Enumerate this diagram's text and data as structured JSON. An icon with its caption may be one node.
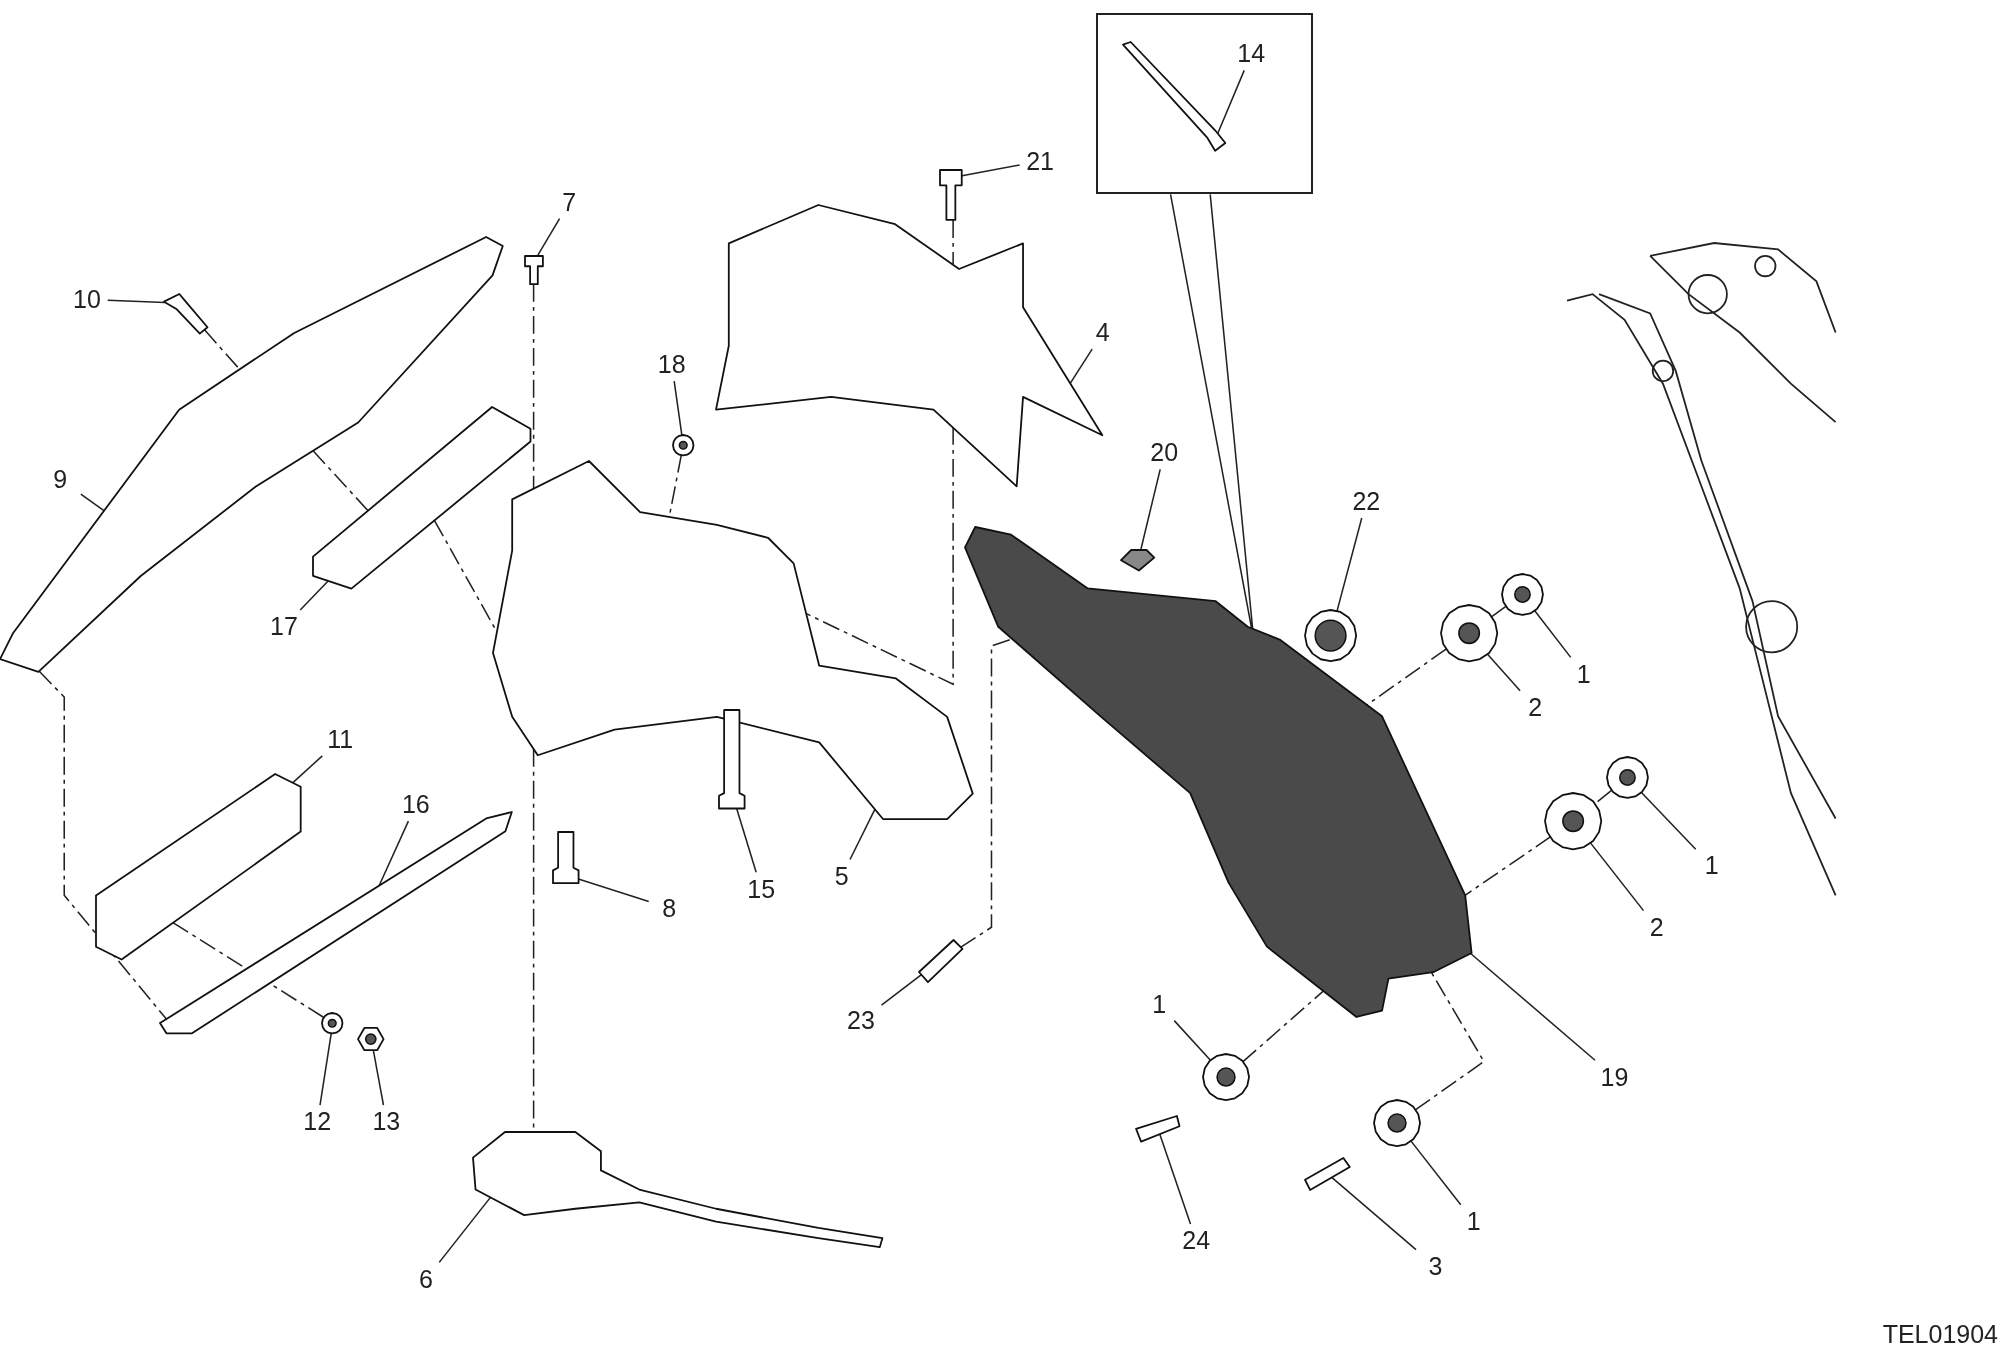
{
  "diagram": {
    "nodes": [
      {
        "text": [],
        "shape": "box"
      },
      {
        "text": [
          "14"
        ],
        "in": 0
      },
      {
        "text": [],
        "shape": "picture",
        "in": 0
      },
      {
        "text": [
          "21"
        ]
      },
      {
        "text": [],
        "shape": "picture"
      },
      {
        "text": [
          "7"
        ]
      },
      {
        "text": [],
        "shape": "picture"
      },
      {
        "text": [
          "10"
        ]
      },
      {
        "text": [],
        "shape": "picture"
      },
      {
        "text": [
          "4"
        ]
      },
      {
        "text": [],
        "shape": "picture"
      },
      {
        "text": [
          "18"
        ]
      },
      {
        "text": [],
        "shape": "picture"
      },
      {
        "text": [
          "20"
        ]
      },
      {
        "text": [],
        "shape": "picture"
      },
      {
        "text": [
          "9"
        ]
      },
      {
        "text": [],
        "shape": "picture"
      },
      {
        "text": [
          "22"
        ]
      },
      {
        "text": [],
        "shape": "picture"
      },
      {
        "text": [
          "17"
        ]
      },
      {
        "text": [],
        "shape": "picture"
      },
      {
        "text": [
          "1"
        ]
      },
      {
        "text": [],
        "shape": "picture"
      },
      {
        "text": [
          "2"
        ]
      },
      {
        "text": [],
        "shape": "picture"
      },
      {
        "text": [
          "11"
        ]
      },
      {
        "text": [],
        "shape": "picture"
      },
      {
        "text": [
          "16"
        ]
      },
      {
        "text": [],
        "shape": "picture"
      },
      {
        "text": [
          "1"
        ]
      },
      {
        "text": [],
        "shape": "picture"
      },
      {
        "text": [
          "5"
        ]
      },
      {
        "text": [],
        "shape": "picture"
      },
      {
        "text": [
          "15"
        ]
      },
      {
        "text": [],
        "shape": "picture"
      },
      {
        "text": [
          "2"
        ]
      },
      {
        "text": [],
        "shape": "picture"
      },
      {
        "text": [
          "8"
        ]
      },
      {
        "text": [],
        "shape": "picture"
      },
      {
        "text": [
          "23"
        ]
      },
      {
        "text": [],
        "shape": "picture"
      },
      {
        "text": [
          "1"
        ]
      },
      {
        "text": [],
        "shape": "picture"
      },
      {
        "text": [
          "19"
        ]
      },
      {
        "text": [],
        "shape": "picture"
      },
      {
        "text": [
          "12"
        ]
      },
      {
        "text": [],
        "shape": "picture"
      },
      {
        "text": [
          "13"
        ]
      },
      {
        "text": [],
        "shape": "picture"
      },
      {
        "text": [
          "24"
        ]
      },
      {
        "text": [],
        "shape": "picture"
      },
      {
        "text": [
          "1"
        ]
      },
      {
        "text": [],
        "shape": "picture"
      },
      {
        "text": [
          "3"
        ]
      },
      {
        "text": [],
        "shape": "picture"
      },
      {
        "text": [
          "6"
        ]
      },
      {
        "text": [],
        "shape": "picture"
      }
    ],
    "edges": [
      {
        "from": 1,
        "to": 2,
        "arrow": "none"
      },
      {
        "from": 3,
        "to": 4,
        "arrow": "none"
      },
      {
        "from": 5,
        "to": 6,
        "arrow": "none"
      },
      {
        "from": 7,
        "to": 8,
        "arrow": "none"
      },
      {
        "from": 9,
        "to": 10,
        "arrow": "none"
      },
      {
        "from": 11,
        "to": 12,
        "arrow": "none"
      },
      {
        "from": 13,
        "to": 14,
        "arrow": "none"
      },
      {
        "from": 15,
        "to": 16,
        "arrow": "none"
      },
      {
        "from": 17,
        "to": 18,
        "arrow": "none"
      },
      {
        "from": 19,
        "to": 20,
        "arrow": "none"
      },
      {
        "from": 21,
        "to": 22,
        "arrow": "none"
      },
      {
        "from": 23,
        "to": 24,
        "arrow": "none"
      },
      {
        "from": 25,
        "to": 26,
        "arrow": "none"
      },
      {
        "from": 27,
        "to": 28,
        "arrow": "none"
      },
      {
        "from": 29,
        "to": 30,
        "arrow": "none"
      },
      {
        "from": 31,
        "to": 32,
        "arrow": "none"
      },
      {
        "from": 33,
        "to": 34,
        "arrow": "none"
      },
      {
        "from": 35,
        "to": 36,
        "arrow": "none"
      },
      {
        "from": 37,
        "to": 38,
        "arrow": "none"
      },
      {
        "from": 39,
        "to": 40,
        "arrow": "none"
      },
      {
        "from": 41,
        "to": 42,
        "arrow": "none"
      },
      {
        "from": 43,
        "to": 44,
        "arrow": "none"
      },
      {
        "from": 45,
        "to": 46,
        "arrow": "none"
      },
      {
        "from": 47,
        "to": 48,
        "arrow": "none"
      },
      {
        "from": 49,
        "to": 50,
        "arrow": "none"
      },
      {
        "from": 51,
        "to": 52,
        "arrow": "none"
      },
      {
        "from": 53,
        "to": 54,
        "arrow": "none"
      },
      {
        "from": 55,
        "to": 56,
        "arrow": "none"
      },
      {
        "from": 0,
        "to": 44,
        "arrow": "none"
      },
      {
        "from": 8,
        "to": 16,
        "arrow": "none",
        "style": "dashed"
      },
      {
        "from": 16,
        "to": 28,
        "arrow": "none",
        "style": "dashed"
      },
      {
        "from": 6,
        "to": 32,
        "arrow": "none",
        "style": "dashed"
      },
      {
        "from": 20,
        "to": 32,
        "arrow": "none",
        "style": "dashed"
      },
      {
        "from": 26,
        "to": 46,
        "arrow": "none",
        "style": "dashed"
      },
      {
        "from": 12,
        "to": 32,
        "arrow": "none",
        "style": "dashed"
      },
      {
        "from": 4,
        "to": 10,
        "arrow": "none",
        "style": "dashed"
      },
      {
        "from": 40,
        "to": 44,
        "arrow": "none",
        "style": "dashed"
      },
      {
        "from": 22,
        "to": 24,
        "arrow": "none",
        "style": "dashed"
      },
      {
        "from": 30,
        "to": 36,
        "arrow": "none",
        "style": "dashed"
      },
      {
        "from": 42,
        "to": 44,
        "arrow": "none",
        "style": "dashed"
      },
      {
        "from": 52,
        "to": 44,
        "arrow": "none",
        "style": "dashed"
      },
      {
        "from": 16,
        "to": 20,
        "arrow": "none",
        "style": "dashed"
      },
      {
        "from": 32,
        "to": 56,
        "arrow": "none",
        "style": "dashed"
      },
      {
        "from": 10,
        "to": 32,
        "arrow": "none",
        "style": "dashed"
      },
      {
        "from": 24,
        "to": 44,
        "arrow": "none",
        "style": "dashed"
      },
      {
        "from": 36,
        "to": 44,
        "arrow": "none",
        "style": "dashed"
      }
    ],
    "labels": [
      "TEL01904"
    ]
  }
}
